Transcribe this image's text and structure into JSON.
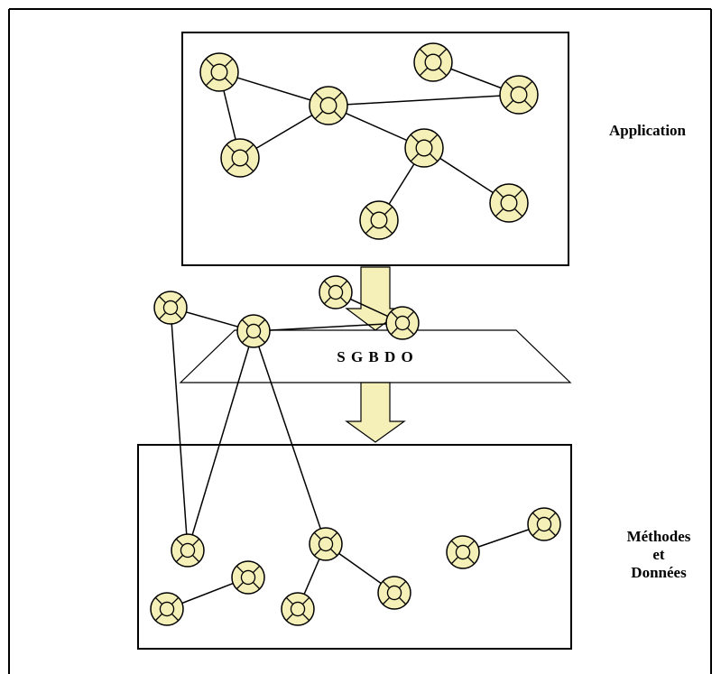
{
  "labels": {
    "application": "Application",
    "sgbdo": "S G B D O",
    "methods_line1": "Méthodes",
    "methods_line2": "et",
    "methods_line3": "Données"
  },
  "colors": {
    "node_fill": "#f5f0b8",
    "arrow_fill": "#f5f0b8",
    "stroke": "#000000"
  },
  "icons": {
    "node": "object-node-icon",
    "arrow": "down-arrow-icon"
  }
}
